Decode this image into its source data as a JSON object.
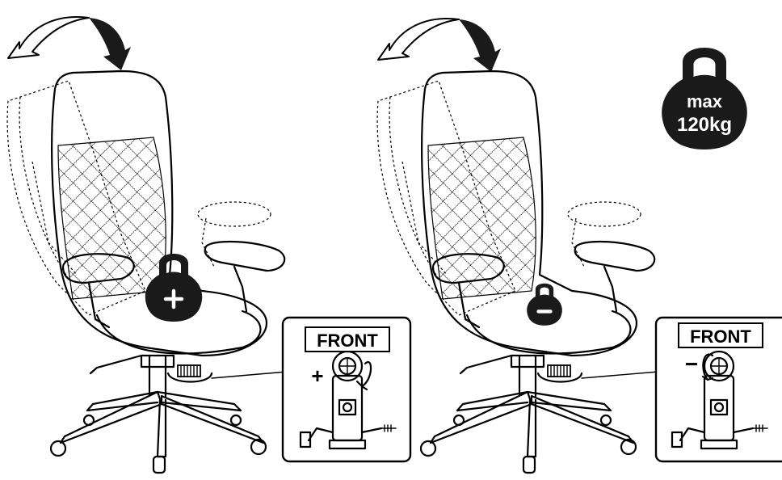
{
  "panels": [
    {
      "id": "increase",
      "front_label": "FRONT",
      "sign": "+",
      "weight_symbol": "+"
    },
    {
      "id": "decrease",
      "front_label": "FRONT",
      "sign": "−",
      "weight_symbol": "−"
    }
  ],
  "max_weight": {
    "line1": "max",
    "line2": "120kg"
  },
  "colors": {
    "ink": "#000000",
    "fill": "#1a1a1a",
    "background": "#ffffff"
  },
  "icons": [
    "tilt-arrow-icon",
    "kettlebell-plus-icon",
    "kettlebell-minus-icon",
    "kettlebell-max-icon",
    "tension-knob-icon",
    "rotation-arrow-icon"
  ]
}
